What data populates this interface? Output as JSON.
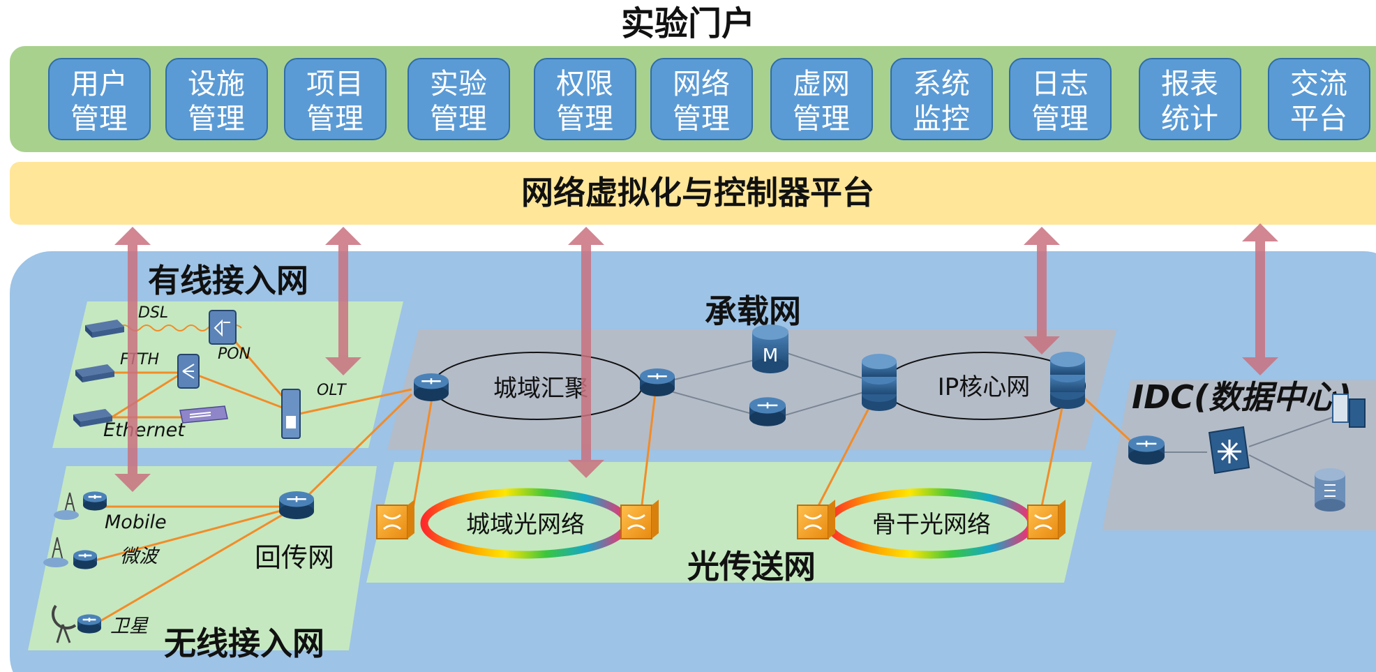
{
  "portal": {
    "title": "实验门户",
    "buttons": [
      {
        "line1": "用户",
        "line2": "管理"
      },
      {
        "line1": "设施",
        "line2": "管理"
      },
      {
        "line1": "项目",
        "line2": "管理"
      },
      {
        "line1": "实验",
        "line2": "管理"
      },
      {
        "line1": "权限",
        "line2": "管理"
      },
      {
        "line1": "网络",
        "line2": "管理"
      },
      {
        "line1": "虚网",
        "line2": "管理"
      },
      {
        "line1": "系统",
        "line2": "监控"
      },
      {
        "line1": "日志",
        "line2": "管理"
      },
      {
        "line1": "报表",
        "line2": "统计"
      },
      {
        "line1": "交流",
        "line2": "平台"
      }
    ]
  },
  "platform": {
    "title": "网络虚拟化与控制器平台"
  },
  "wired_access": {
    "title": "有线接入网",
    "labels": {
      "dsl": "DSL",
      "ftth": "FTTH",
      "ethernet": "Ethernet",
      "pon": "PON",
      "olt": "OLT"
    }
  },
  "wireless_access": {
    "title": "无线接入网",
    "labels": {
      "mobile": "Mobile",
      "microwave": "微波",
      "satellite": "卫星",
      "backhaul": "回传网"
    }
  },
  "bearer_network": {
    "title": "承载网",
    "metro_aggregation": "城域汇聚",
    "ip_core": "IP核心网"
  },
  "optical_transport": {
    "title": "光传送网",
    "metro_optical": "城域光网络",
    "backbone_optical": "骨干光网络"
  },
  "idc": {
    "title": "IDC(数据中心)"
  },
  "colors": {
    "portal_band": "#a9d18e",
    "button_fill": "#5b9bd5",
    "platform_band": "#ffe699",
    "network_bg": "#9dc3e6",
    "access_green": "#c5e8c0",
    "bearer_gray": "#b4bcc8",
    "arrow": "#c9727f",
    "link_orange": "#f28c28",
    "router_blue": "#2e5f8e"
  }
}
